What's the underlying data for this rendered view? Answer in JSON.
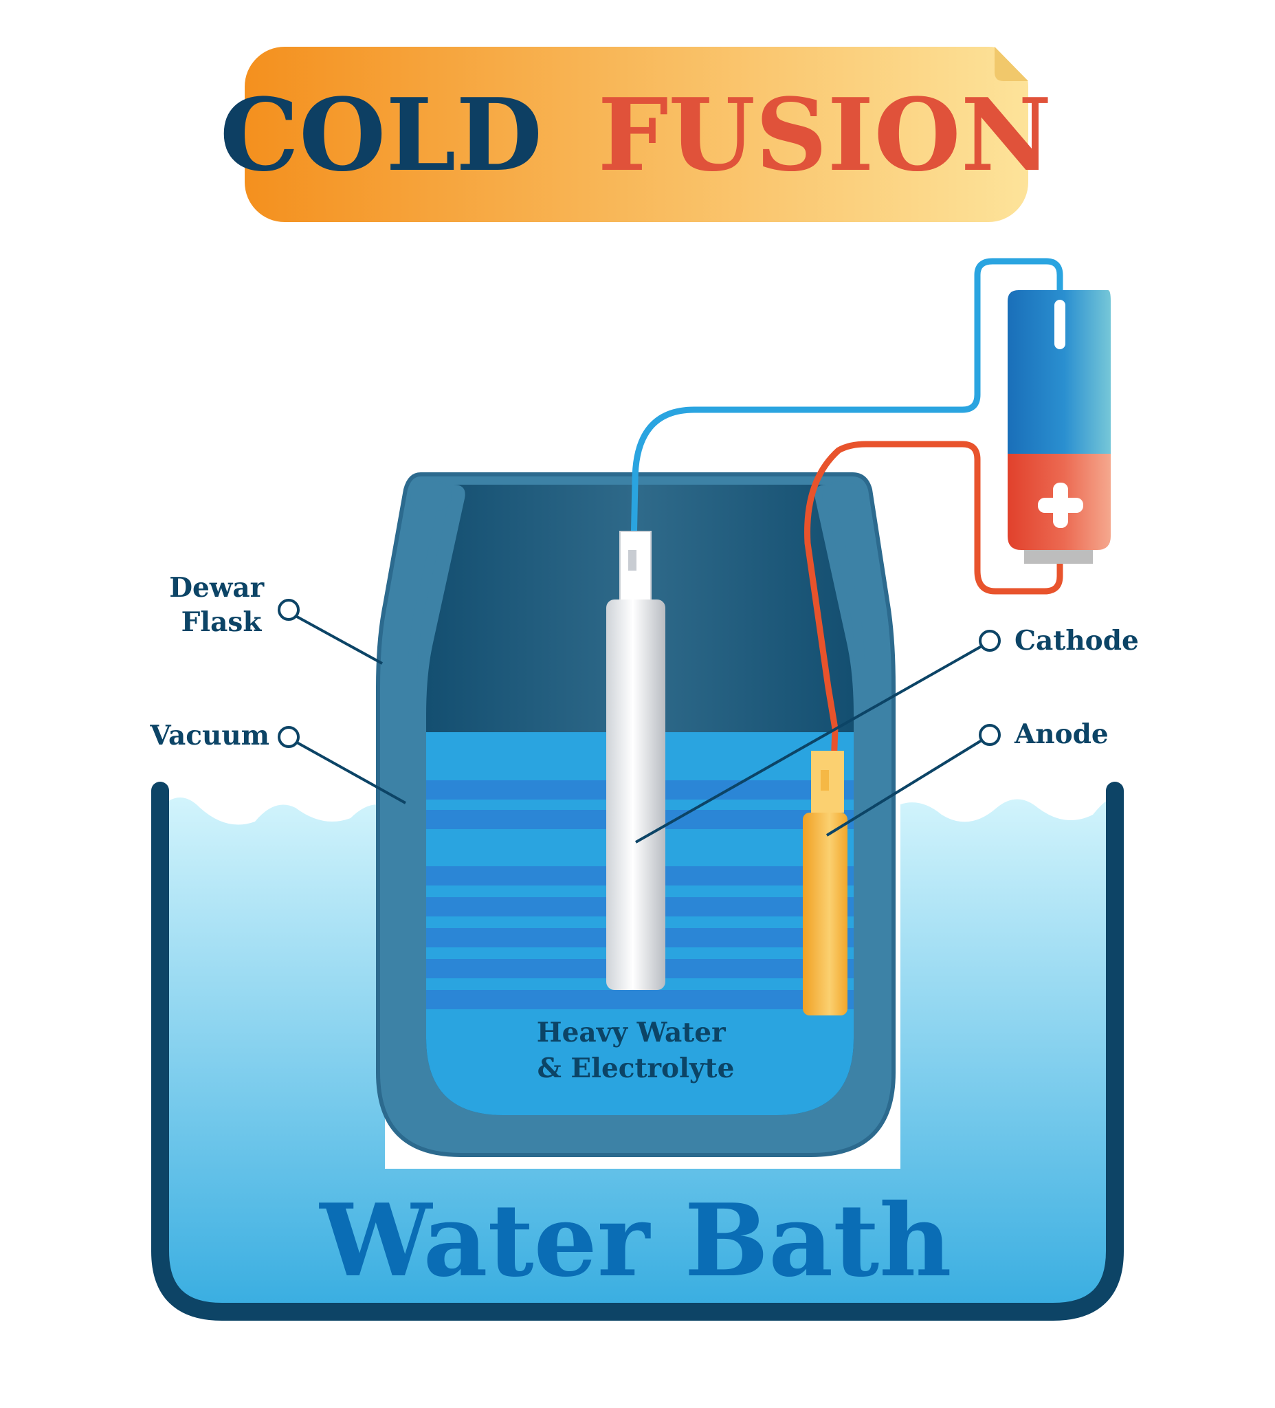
{
  "title": {
    "word1": "COLD",
    "word2": "FUSION"
  },
  "labels": {
    "dewar_line1": "Dewar",
    "dewar_line2": "Flask",
    "vacuum": "Vacuum",
    "cathode": "Cathode",
    "anode": "Anode",
    "heavy_water_line1": "Heavy Water",
    "heavy_water_line2": "& Electrolyte",
    "water_bath": "Water Bath"
  },
  "battery": {
    "positive_symbol": "+",
    "negative_symbol": "-"
  },
  "colors": {
    "title_dark": "#0d3f63",
    "title_red": "#e0523a",
    "banner_orange": "#f4901e",
    "banner_yellow": "#fde39a",
    "bath_outline": "#0d4466",
    "bath_water_light": "#c9f0fb",
    "bath_water_dark": "#3aaee1",
    "flask_wall": "#3d82a6",
    "flask_dark": "#144f70",
    "electrolyte": "#2aa4e0",
    "wire_blue": "#2aa4e0",
    "wire_red": "#e8532c",
    "battery_blue": "#1b7ac4",
    "battery_red": "#e44a32",
    "anode_gold": "#f4a62a"
  }
}
